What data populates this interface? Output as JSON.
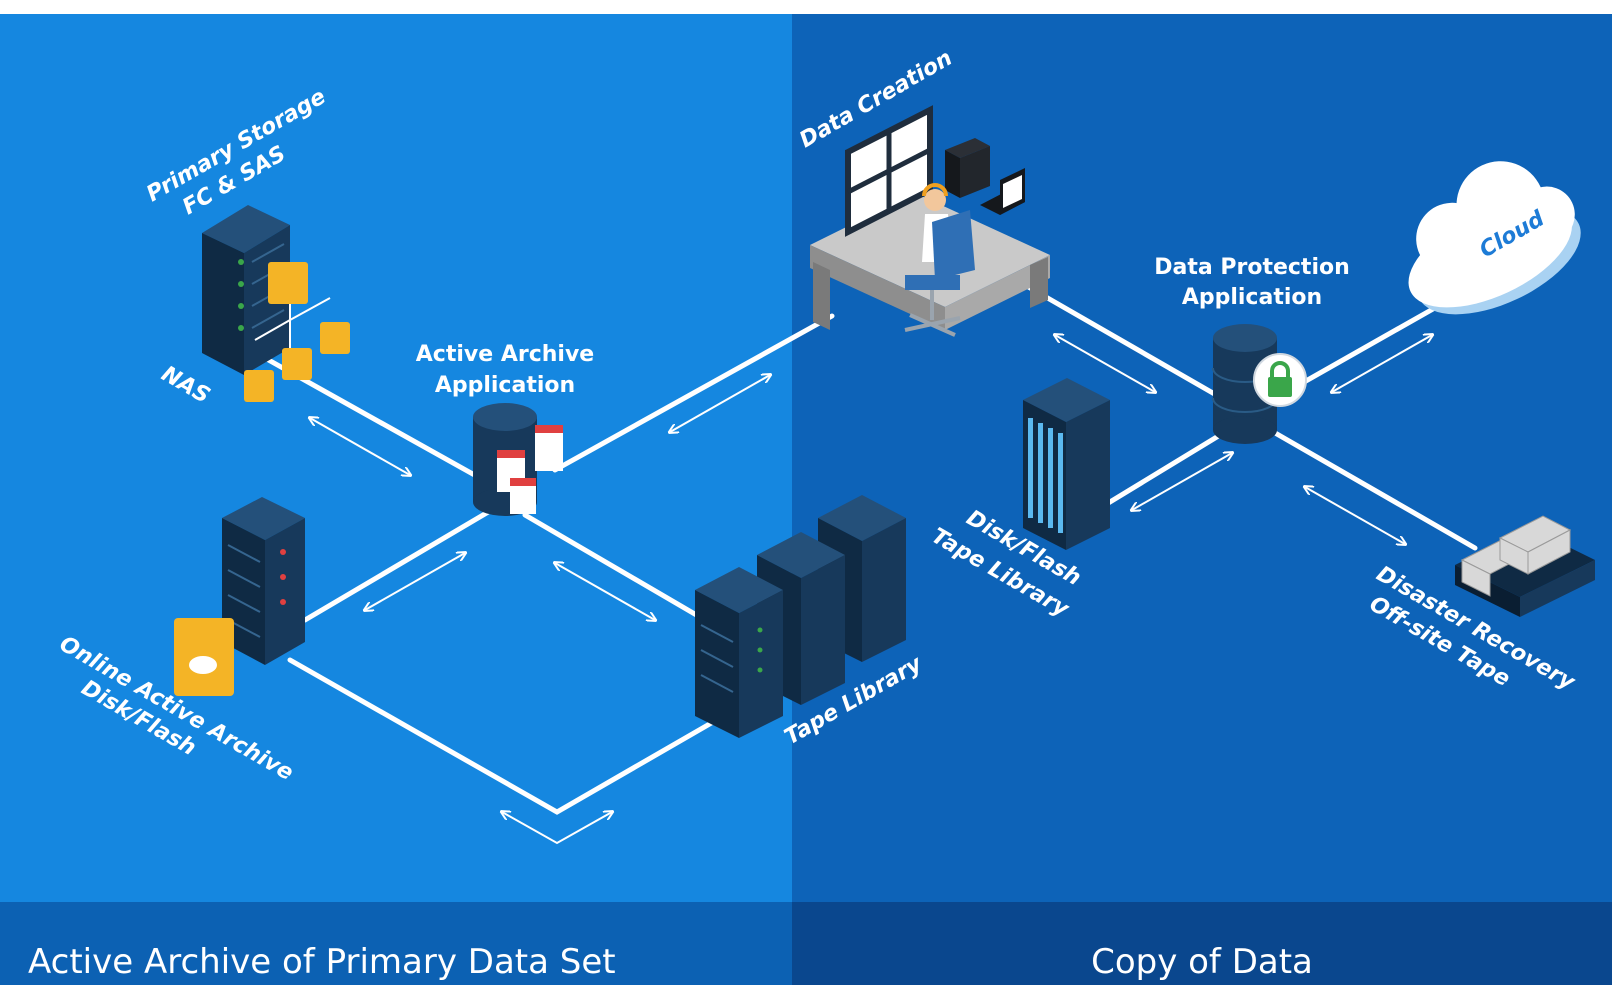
{
  "left_section": {
    "footer_title": "Active Archive of Primary Data Set"
  },
  "right_section": {
    "footer_title": "Copy of Data"
  },
  "nodes": {
    "primary_storage": {
      "line1": "Primary Storage",
      "line2": "FC & SAS"
    },
    "nas": {
      "label": "NAS"
    },
    "active_archive_app": {
      "line1": "Active Archive",
      "line2": "Application"
    },
    "online_active_archive": {
      "line1": "Online Active Archive",
      "line2": "Disk/Flash"
    },
    "tape_library": {
      "label": "Tape Library"
    },
    "data_creation": {
      "label": "Data Creation"
    },
    "disk_flash_tape_library": {
      "line1": "Disk/Flash",
      "line2": "Tape Library"
    },
    "data_protection_app": {
      "line1": "Data Protection",
      "line2": "Application"
    },
    "cloud": {
      "label": "Cloud"
    },
    "disaster_recovery": {
      "line1": "Disaster Recovery",
      "line2": "Off-site Tape"
    }
  },
  "colors": {
    "left_bg": "#1587e0",
    "right_bg": "#0d63b8",
    "left_footer": "#0c61b3",
    "right_footer": "#0a478e",
    "server_dark": "#0f2a44",
    "folder": "#f4b426",
    "lock_green": "#3aa64a"
  }
}
